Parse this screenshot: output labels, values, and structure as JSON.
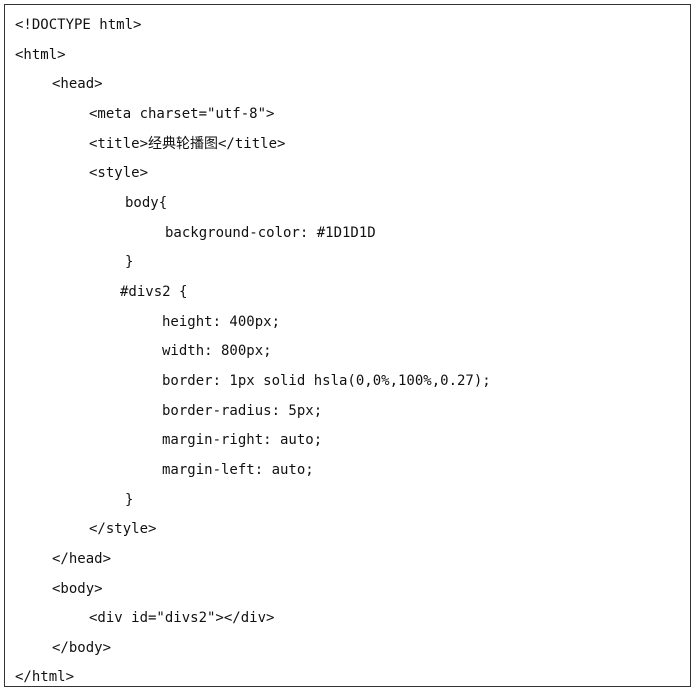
{
  "code": {
    "lines": [
      "<!DOCTYPE html>",
      "<html>",
      "<head>",
      "<meta charset=\"utf-8\">",
      "<title>经典轮播图</title>",
      "<style>",
      "body{",
      "background-color: #1D1D1D",
      "}",
      "#divs2 {",
      "height: 400px;",
      "width: 800px;",
      "border: 1px solid hsla(0,0%,100%,0.27);",
      "border-radius: 5px;",
      "margin-right: auto;",
      "margin-left: auto;",
      "}",
      "</style>",
      "</head>",
      "<body>",
      "<div id=\"divs2\"></div>",
      "</body>",
      "</html>"
    ]
  }
}
